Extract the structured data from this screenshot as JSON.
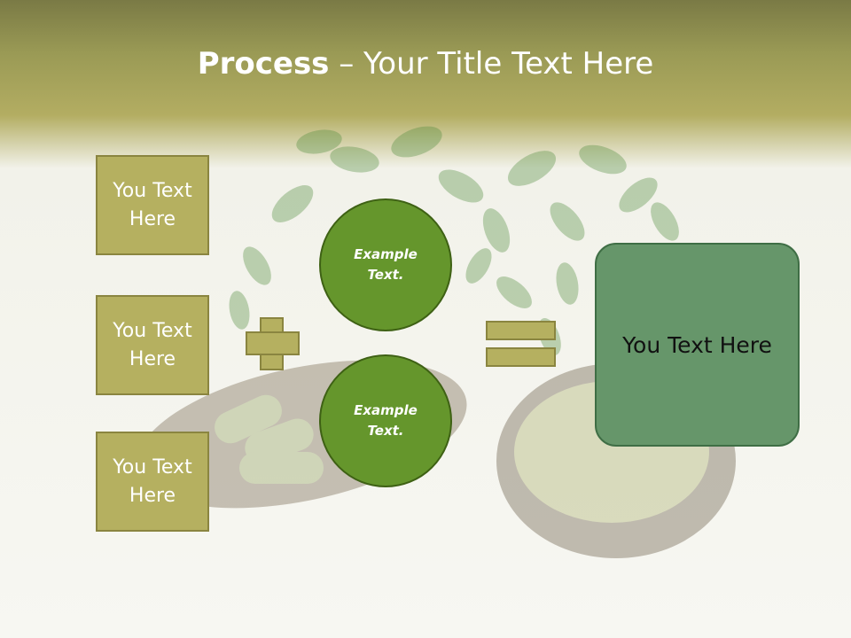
{
  "title": {
    "bold": "Process",
    "rest": " – Your Title Text Here"
  },
  "boxes": [
    "You Text Here",
    "You Text Here",
    "You Text Here"
  ],
  "circles": [
    "Example Text.",
    "Example Text."
  ],
  "result": "You Text Here",
  "colors": {
    "box": "#b5b060",
    "circle": "#65962c",
    "result": "#66966a",
    "header": "#9a9a55"
  },
  "icons": [
    "plus-icon",
    "equals-icon"
  ]
}
